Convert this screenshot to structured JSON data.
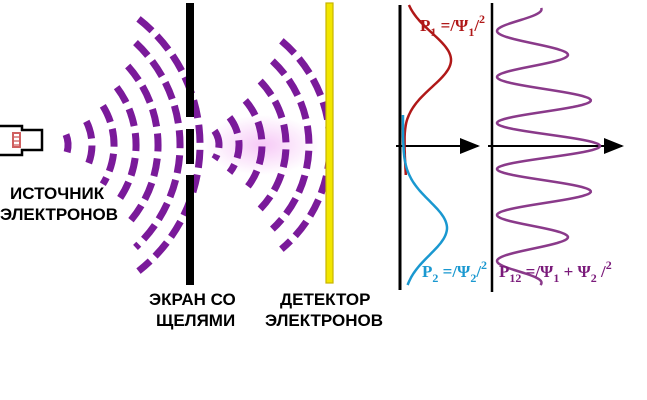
{
  "labels": {
    "source_line1": "ИСТОЧНИК",
    "source_line2": "ЭЛЕКТРОНОВ",
    "screen_line1": "ЭКРАН СО",
    "screen_line2": "ЩЕЛЯМИ",
    "detector_line1": "ДЕТЕКТОР",
    "detector_line2": "ЭЛЕКТРОНОВ"
  },
  "formulas": {
    "p1": {
      "lhs": "P",
      "lhs_sub": "1",
      "eq": " =/Ψ",
      "psi_sub": "1",
      "rest": "/",
      "exp": "2",
      "color": "#b01818"
    },
    "p2": {
      "lhs": "P",
      "lhs_sub": "2",
      "eq": " =/Ψ",
      "psi_sub": "2",
      "rest": "/",
      "exp": "2",
      "color": "#1a98d0"
    },
    "p12": {
      "lhs": "P",
      "lhs_sub": "12",
      "eq": " =/Ψ",
      "psi_sub": "1",
      "mid": " + Ψ",
      "psi2_sub": "2",
      "rest": " /",
      "exp": "2",
      "color": "#7a1a7a"
    }
  },
  "colors": {
    "wave": "#7a1a9a",
    "wave_glow": "#f0b8f0",
    "screen": "#000000",
    "detector_fill": "#f2e600",
    "detector_stroke": "#c8b400",
    "p1_curve": "#b01818",
    "p2_curve": "#1a98d0",
    "p12_curve": "#8a3a8a",
    "source_filament": "#d06060"
  }
}
